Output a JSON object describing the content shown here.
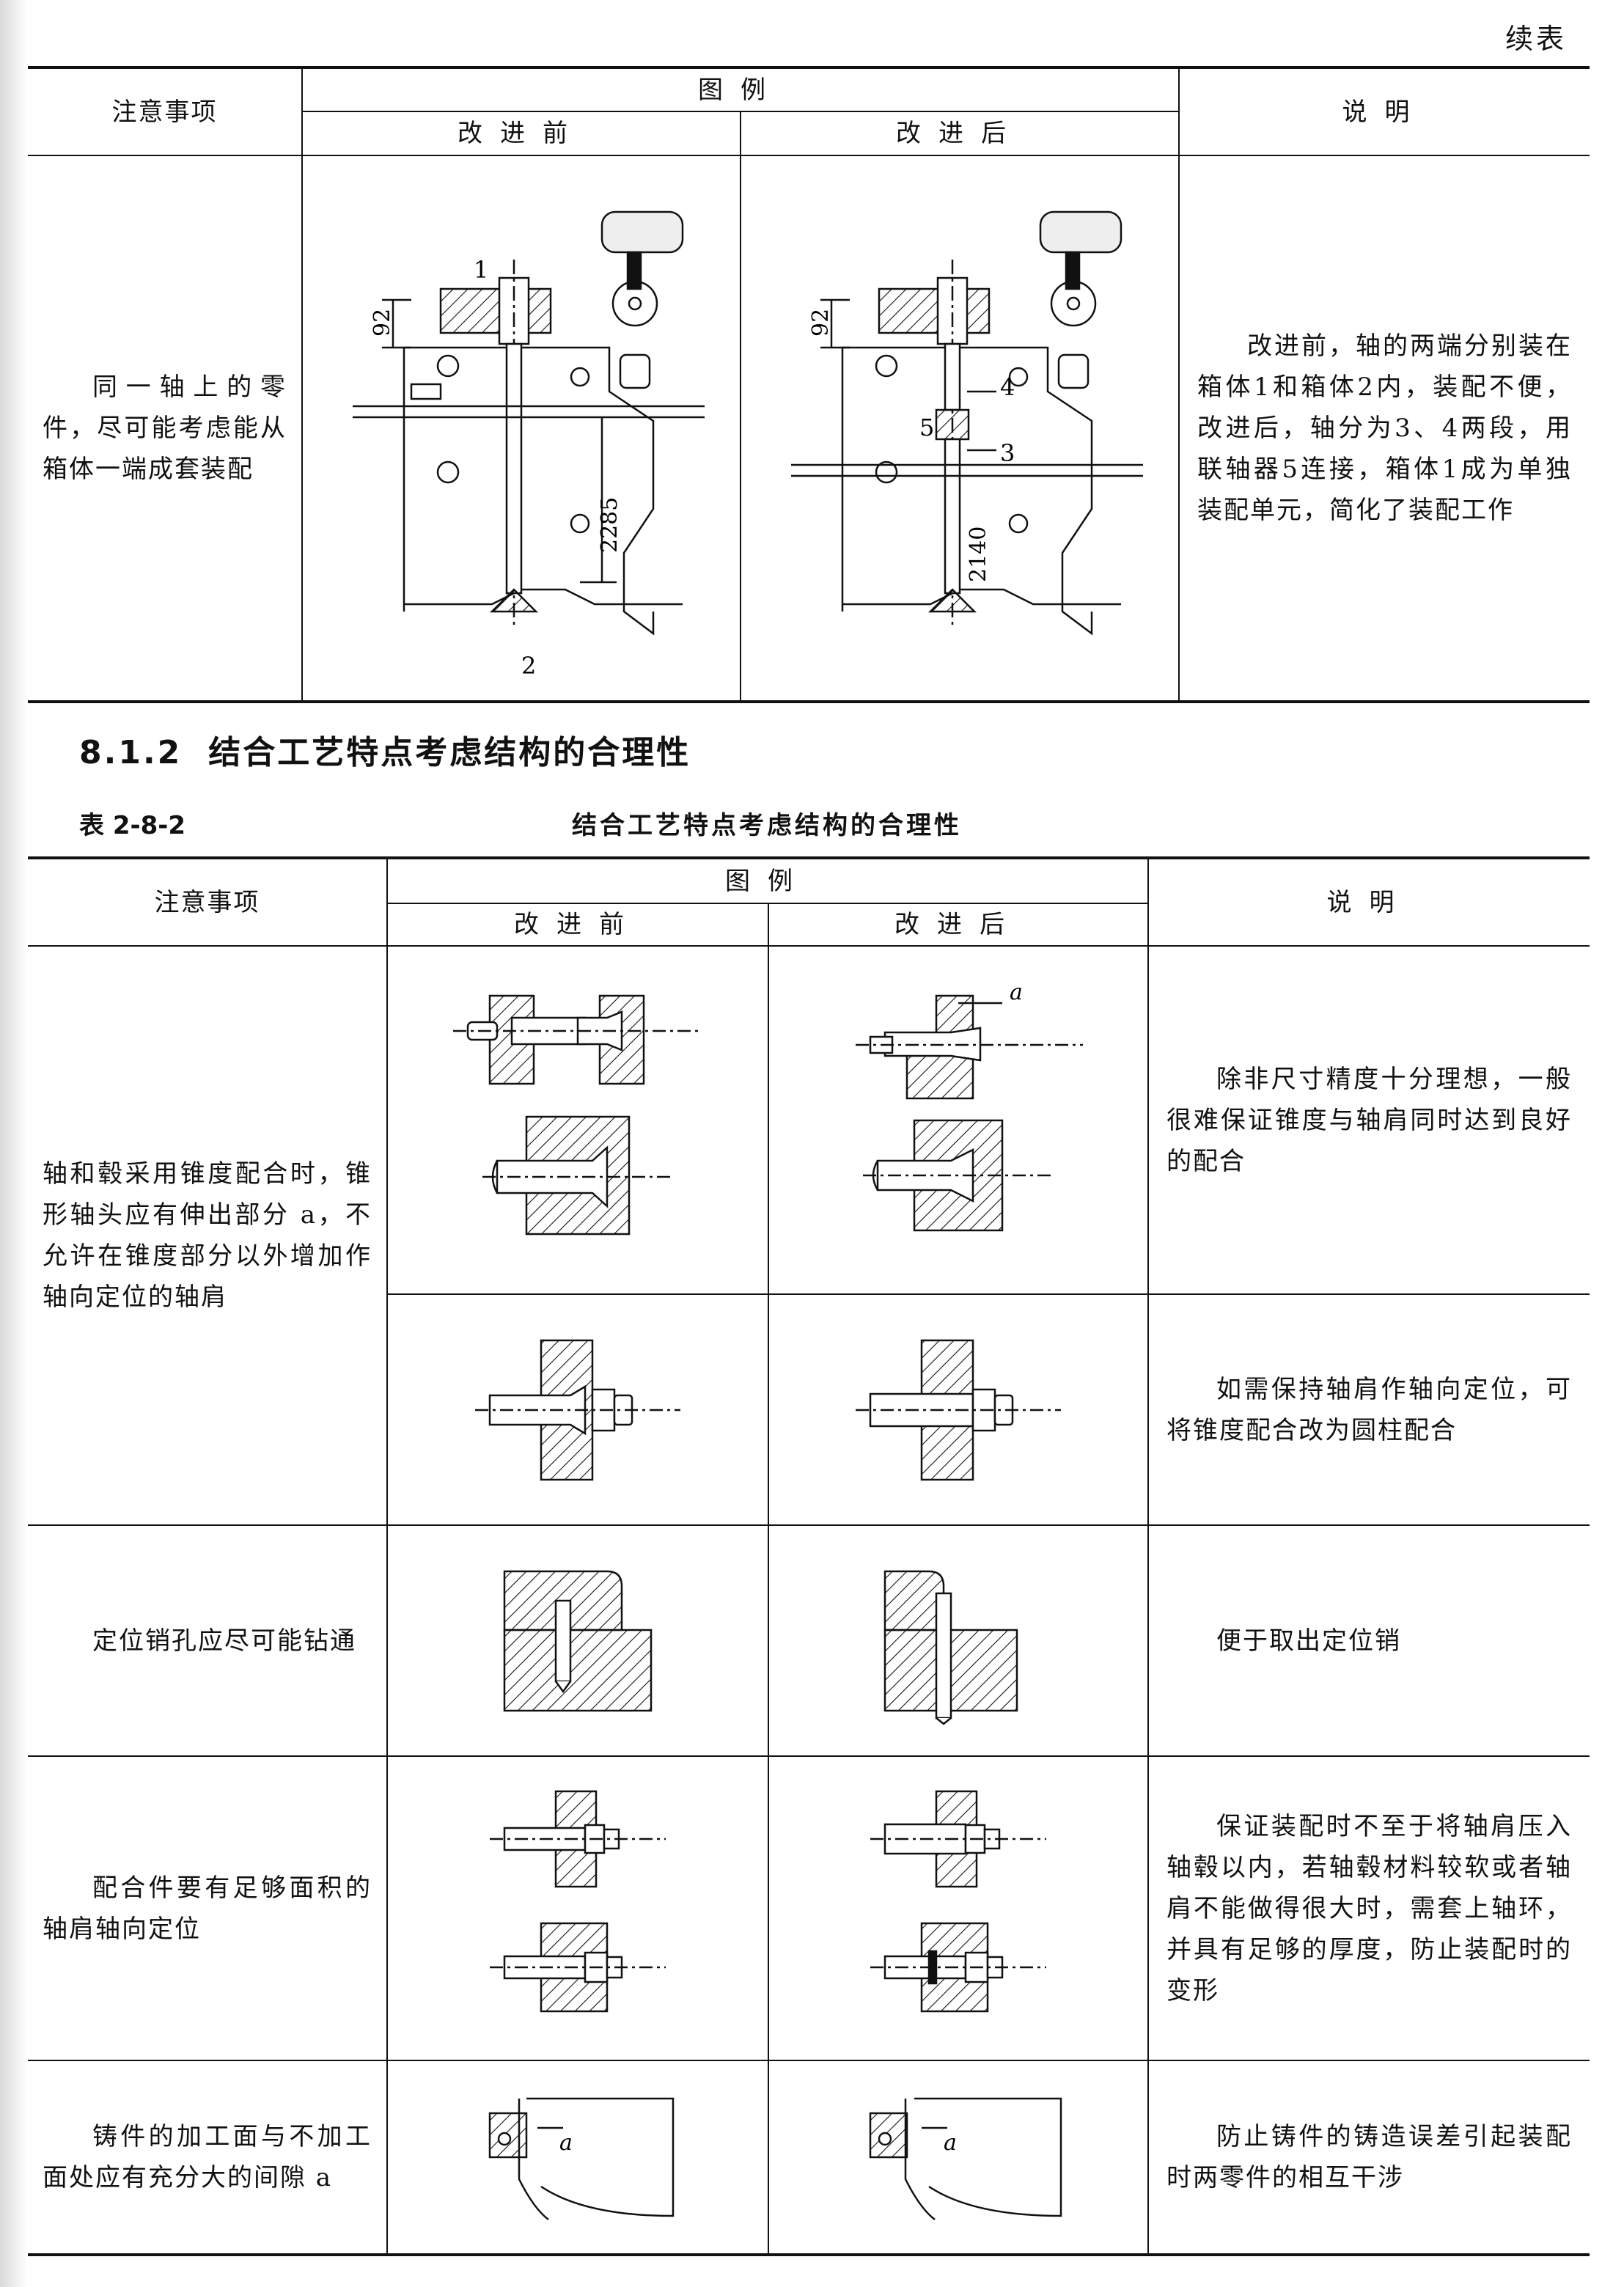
{
  "continued_label": "续表",
  "table_top": {
    "headers": {
      "note": "注意事项",
      "example": "图例",
      "before": "改进前",
      "after": "改进后",
      "explanation": "说明"
    },
    "row": {
      "note": "同一轴上的零件，尽可能考虑能从箱体一端成套装配",
      "explanation": "改进前，轴的两端分别装在箱体1和箱体2内，装配不便，改进后，轴分为3、4两段，用联轴器5连接，箱体1成为单独装配单元，简化了装配工作",
      "before_labels": {
        "part1": "1",
        "part2": "2",
        "dim_top": "92",
        "dim_len": "2285"
      },
      "after_labels": {
        "part3": "3",
        "part4": "4",
        "part5": "5",
        "dim_top": "92",
        "dim_len": "2140"
      }
    }
  },
  "section": {
    "number": "8.1.2",
    "title": "结合工艺特点考虑结构的合理性"
  },
  "table_caption": {
    "number": "表 2-8-2",
    "title": "结合工艺特点考虑结构的合理性"
  },
  "table_main": {
    "headers": {
      "note": "注意事项",
      "example": "图例",
      "before": "改进前",
      "after": "改进后",
      "explanation": "说明"
    },
    "rows": [
      {
        "note": "轴和毂采用锥度配合时，锥形轴头应有伸出部分 a，不允许在锥度部分以外增加作轴向定位的轴肩",
        "explanation_a": "除非尺寸精度十分理想，一般很难保证锥度与轴肩同时达到良好的配合",
        "explanation_b": "如需保持轴肩作轴向定位，可将锥度配合改为圆柱配合",
        "label_a": "a"
      },
      {
        "note": "定位销孔应尽可能钻通",
        "explanation": "便于取出定位销"
      },
      {
        "note": "配合件要有足够面积的轴肩轴向定位",
        "explanation": "保证装配时不至于将轴肩压入轴毂以内，若轴毂材料较软或者轴肩不能做得很大时，需套上轴环，并具有足够的厚度，防止装配时的变形"
      },
      {
        "note": "铸件的加工面与不加工面处应有充分大的间隙 a",
        "explanation": "防止铸件的铸造误差引起装配时两零件的相互干涉",
        "label_a": "a"
      }
    ]
  }
}
